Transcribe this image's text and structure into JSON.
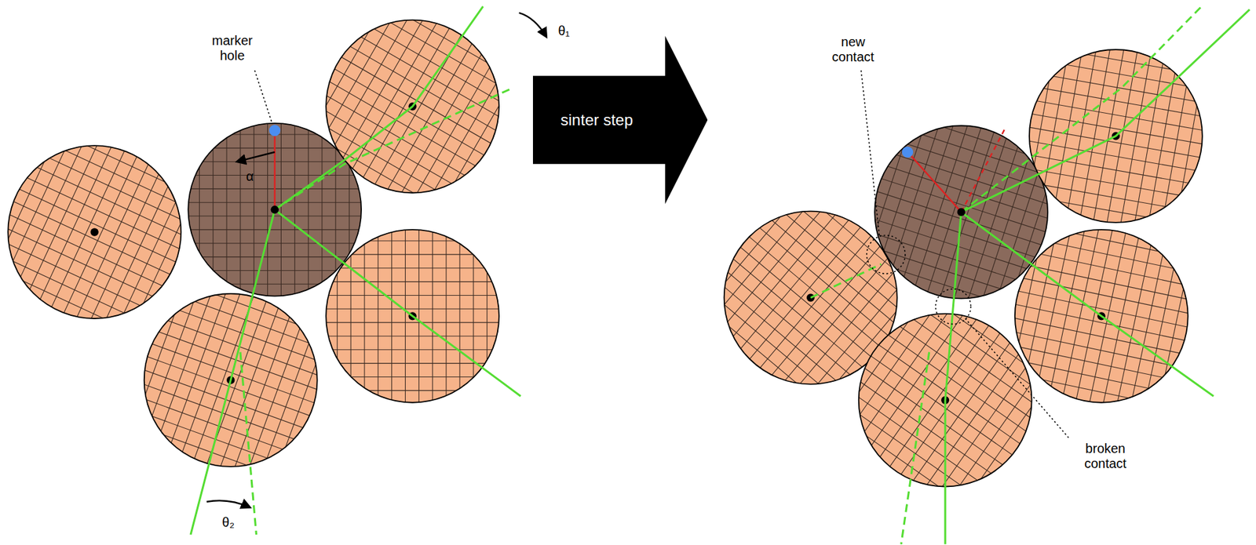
{
  "diagram": {
    "nodes": [
      {
        "text": [
          "sinter step"
        ]
      }
    ],
    "labels": [
      "marker hole",
      "α",
      "θ₁",
      "θ₂",
      "new contact",
      "broken contact"
    ]
  }
}
